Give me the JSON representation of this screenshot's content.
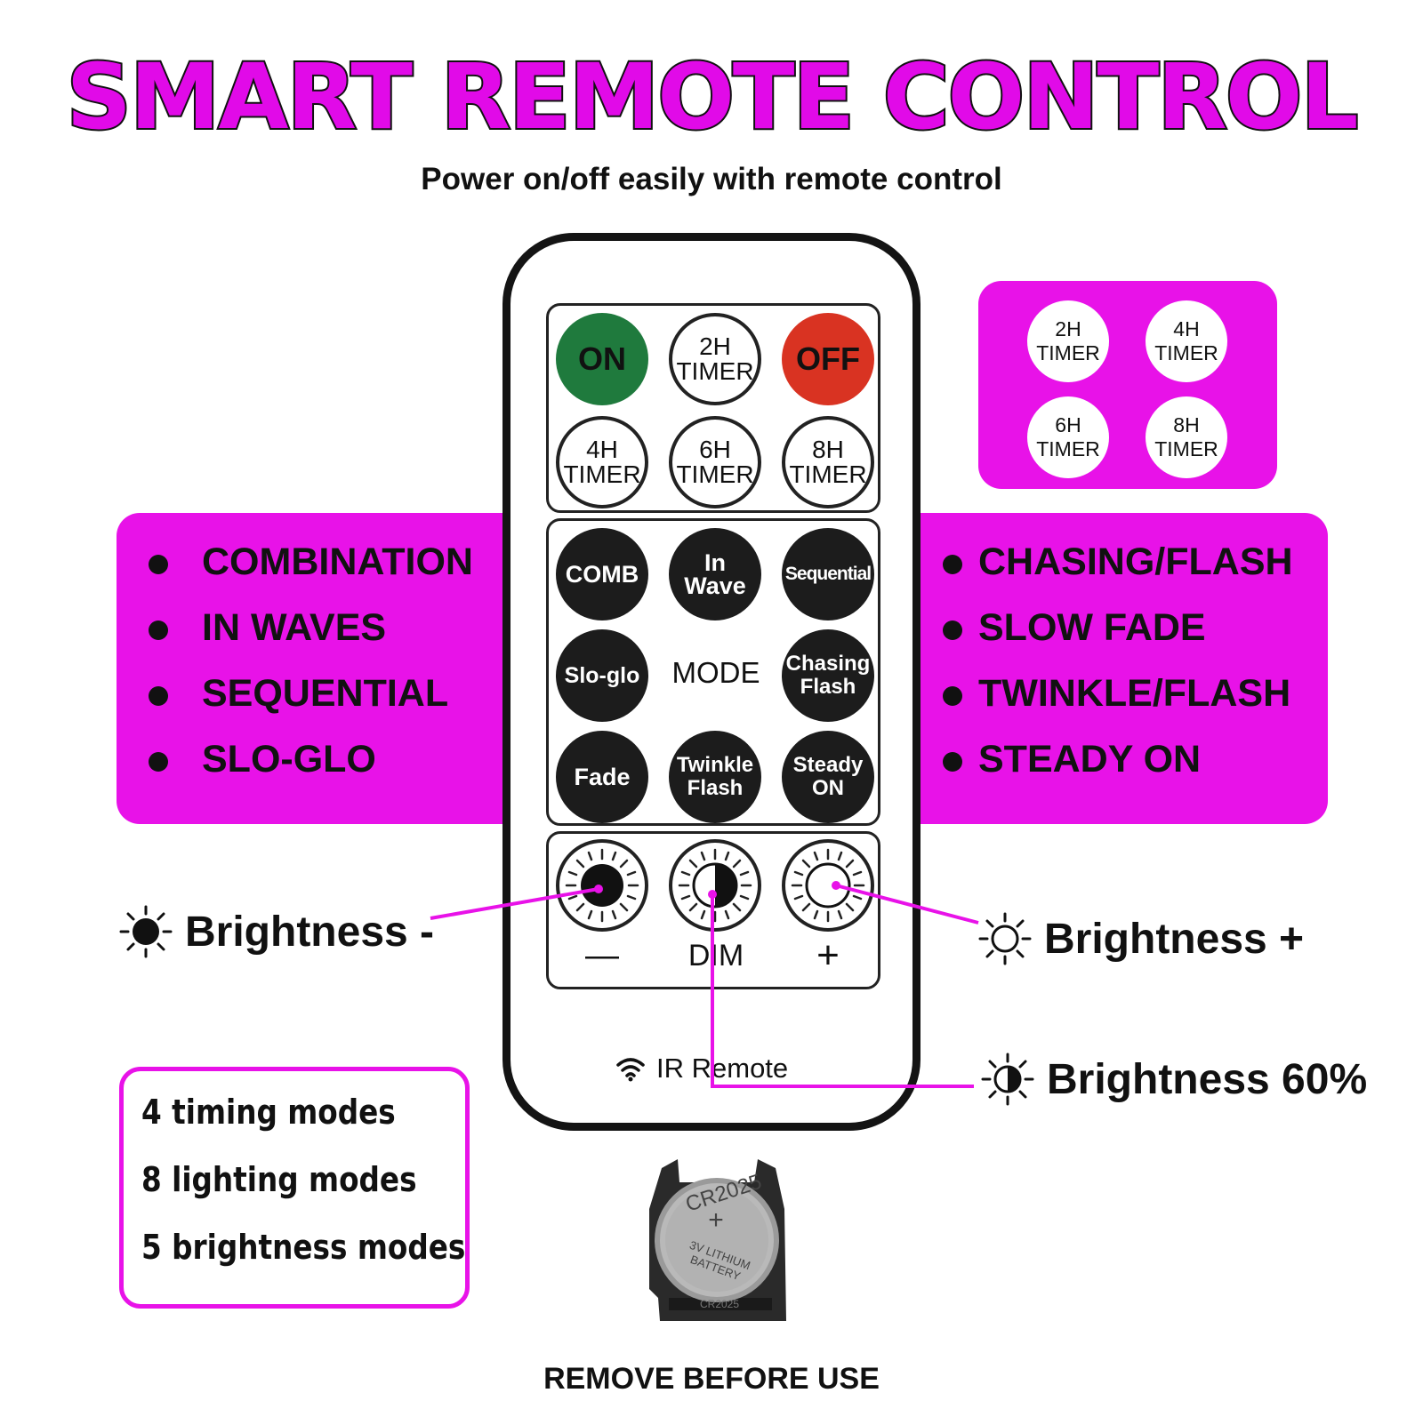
{
  "header": {
    "title": "SMART REMOTE CONTROL",
    "subtitle": "Power on/off easily with remote control"
  },
  "timer_panel": {
    "buttons": [
      {
        "line1": "2H",
        "line2": "TIMER"
      },
      {
        "line1": "4H",
        "line2": "TIMER"
      },
      {
        "line1": "6H",
        "line2": "TIMER"
      },
      {
        "line1": "8H",
        "line2": "TIMER"
      }
    ]
  },
  "modes_left": [
    "COMBINATION",
    "IN WAVES",
    "SEQUENTIAL",
    "SLO-GLO"
  ],
  "modes_right": [
    "CHASING/FLASH",
    "SLOW FADE",
    "TWINKLE/FLASH",
    "STEADY ON"
  ],
  "remote": {
    "top_buttons": {
      "on": "ON",
      "off": "OFF",
      "t2": {
        "line1": "2H",
        "line2": "TIMER"
      },
      "t4": {
        "line1": "4H",
        "line2": "TIMER"
      },
      "t6": {
        "line1": "6H",
        "line2": "TIMER"
      },
      "t8": {
        "line1": "8H",
        "line2": "TIMER"
      }
    },
    "mode_buttons": {
      "comb": "COMB",
      "wave": {
        "line1": "In",
        "line2": "Wave"
      },
      "sequential": "Sequential",
      "sloglo": "Slo-glo",
      "mode_label": "MODE",
      "chasing": {
        "line1": "Chasing",
        "line2": "Flash"
      },
      "fade": "Fade",
      "twinkle": {
        "line1": "Twinkle",
        "line2": "Flash"
      },
      "steady": {
        "line1": "Steady",
        "line2": "ON"
      }
    },
    "dim": {
      "minus": "—",
      "label": "DIM",
      "plus": "+"
    },
    "footer": "IR Remote"
  },
  "callouts": {
    "brightness_minus": "Brightness -",
    "brightness_plus": "Brightness +",
    "brightness_60": "Brightness 60%"
  },
  "info_box": [
    "4 timing modes",
    "8 lighting modes",
    "5 brightness modes"
  ],
  "battery": {
    "model": "CR2025",
    "plus": "+",
    "text": "3V LITHIUM BATTERY",
    "bottom_label": "CR2025",
    "caption": "REMOVE BEFORE USE"
  },
  "colors": {
    "accent": "#e812e8",
    "on_button": "#1f7a3d",
    "off_button": "#d93322"
  }
}
